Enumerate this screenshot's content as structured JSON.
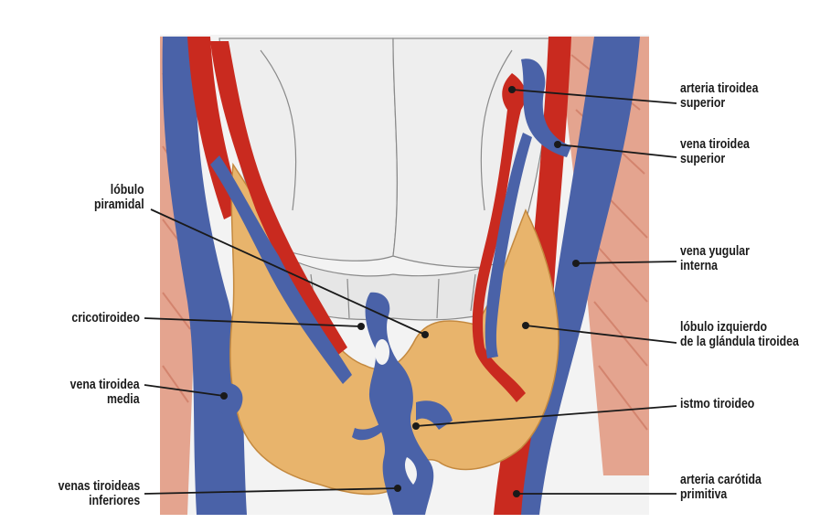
{
  "labels": {
    "arteria_tiroidea_superior": [
      "arteria tiroidea",
      "superior"
    ],
    "vena_tiroidea_superior": [
      "vena tiroidea",
      "superior"
    ],
    "vena_yugular_interna": [
      "vena yugular",
      "interna"
    ],
    "lobulo_izquierdo": [
      "lóbulo izquierdo",
      "de la glándula tiroidea"
    ],
    "istmo_tiroideo": [
      "istmo tiroideo"
    ],
    "arteria_carotida_primitiva": [
      "arteria carótida",
      "primitiva"
    ],
    "lobulo_piramidal": [
      "lóbulo",
      "piramidal"
    ],
    "cricotiroideo": [
      "cricotiroideo"
    ],
    "vena_tiroidea_media": [
      "vena tiroidea",
      "media"
    ],
    "venas_tiroideas_inferiores": [
      "venas tiroideas",
      "inferiores"
    ]
  },
  "colors": {
    "vein": "#4a62a8",
    "artery": "#c92a1f",
    "gland": "#e8b46c",
    "muscle": "#d98a72",
    "cartilage": "#ececec",
    "line": "#1a1a1a"
  }
}
